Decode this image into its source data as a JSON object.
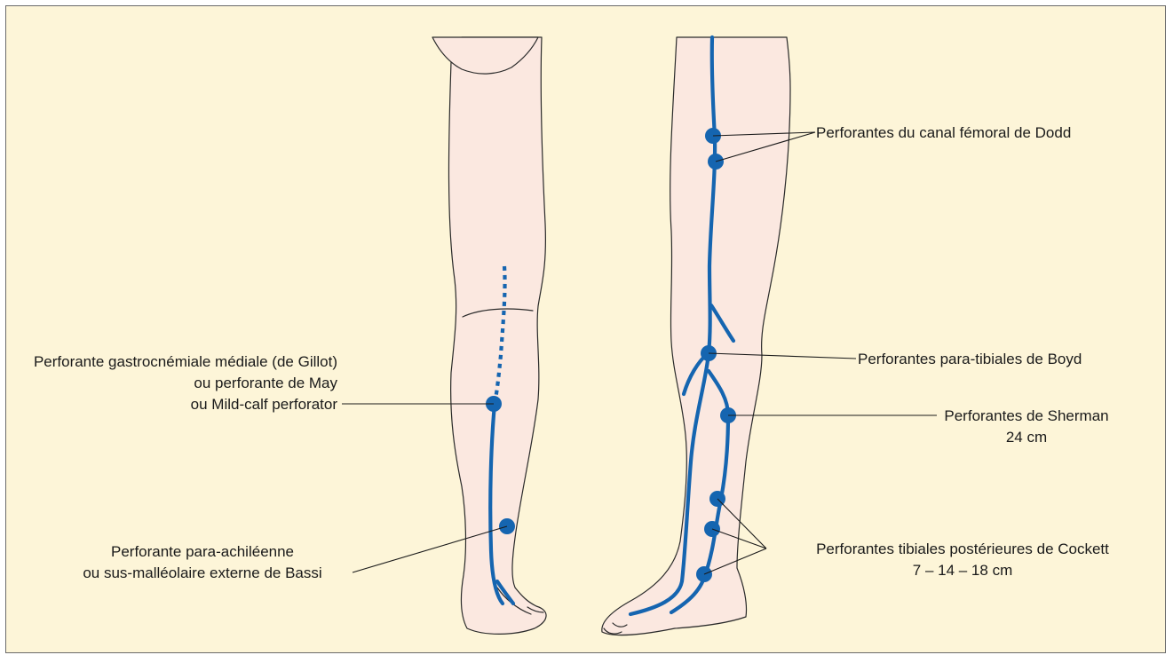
{
  "colors": {
    "background": "#fdf5d8",
    "skin": "#fbe8e0",
    "vein": "#1565b0",
    "outline": "#2a2a2a"
  },
  "labels": {
    "dodd": "Perforantes du canal fémoral de Dodd",
    "boyd": "Perforantes para-tibiales de Boyd",
    "sherman_1": "Perforantes de Sherman",
    "sherman_2": "24 cm",
    "cockett_1": "Perforantes tibiales postérieures de Cockett",
    "cockett_2": "7 – 14 – 18 cm",
    "gillot_1": "Perforante gastrocnémiale médiale (de Gillot)",
    "gillot_2": "ou perforante de May",
    "gillot_3": "ou Mild-calf perforator",
    "bassi_1": "Perforante para-achiléenne",
    "bassi_2": "ou sus-malléolaire externe de Bassi"
  }
}
